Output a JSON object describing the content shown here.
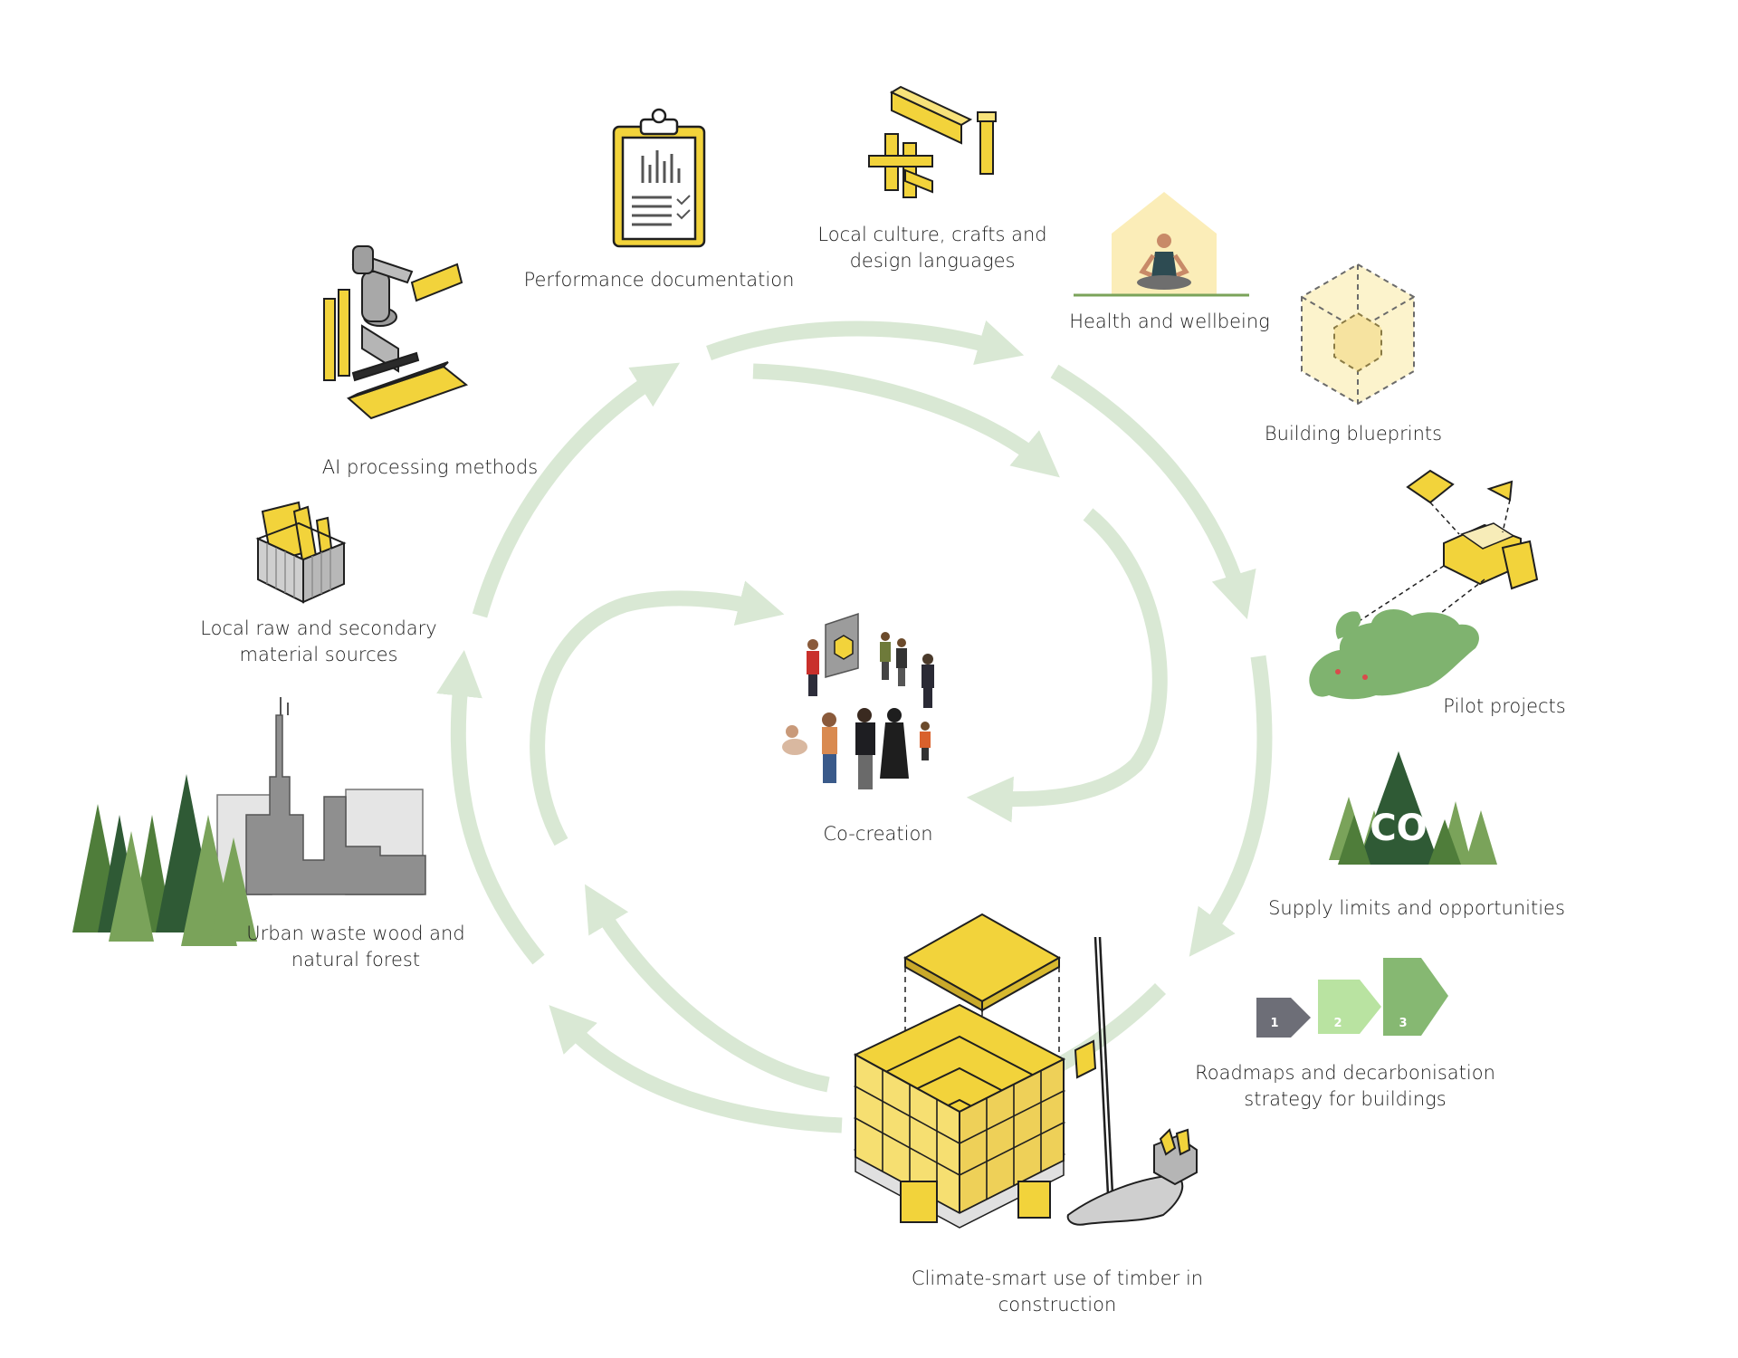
{
  "labels": {
    "performance": "Performance documentation",
    "culture_1": "Local culture, crafts and",
    "culture_2": "design languages",
    "health": "Health and wellbeing",
    "blueprints": "Building blueprints",
    "ai": "AI processing methods",
    "raw_1": "Local raw and secondary",
    "raw_2": "material sources",
    "pilot": "Pilot projects",
    "cocreation": "Co-creation",
    "supply": "Supply limits and opportunities",
    "urban_1": "Urban waste wood and",
    "urban_2": "natural forest",
    "roadmaps_1": "Roadmaps and decarbonisation",
    "roadmaps_2": "strategy for buildings",
    "climate_1": "Climate-smart use of timber in",
    "climate_2": "construction"
  },
  "roadmap_steps": [
    "1",
    "2",
    "3"
  ],
  "supply_icon_text": "CO",
  "colors": {
    "arrow": "#d9e8d4",
    "yellow": "#f2d33b",
    "outline": "#1f1f1f",
    "forest_dark": "#2f5a35",
    "forest_mid": "#4f7d3a",
    "forest_light": "#7aa35a",
    "map_green": "#7fb36f",
    "step1": "#6d6e77",
    "step2": "#b9e3a1",
    "step3": "#86b872"
  },
  "icons": [
    "clipboard-chart-icon",
    "timber-joints-icon",
    "meditation-house-icon",
    "blueprint-cube-icon",
    "robot-arm-icon",
    "wood-crate-icon",
    "europe-map-icon",
    "co-forest-icon",
    "city-forest-icon",
    "roadmap-steps-icon",
    "timber-building-crane-icon",
    "people-group-icon"
  ]
}
